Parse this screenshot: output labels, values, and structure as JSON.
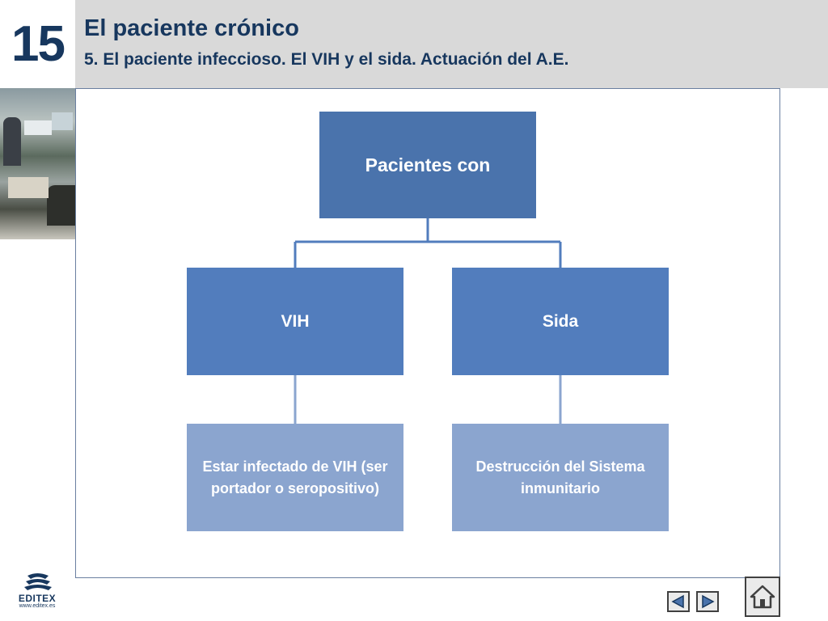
{
  "header": {
    "chapter_number": "15",
    "title": "El paciente crónico",
    "subtitle": "5. El paciente infeccioso. El VIH y el sida. Actuación del A.E."
  },
  "diagram": {
    "root": {
      "label": "Pacientes con"
    },
    "branches": [
      {
        "label": "VIH",
        "description": "Estar infectado de VIH (ser portador o seropositivo)"
      },
      {
        "label": "Sida",
        "description": "Destrucción del Sistema inmunitario"
      }
    ]
  },
  "footer": {
    "logo_name": "EDITEX",
    "logo_url": "www.editex.es"
  },
  "icons": {
    "prev": "triangle-left-icon",
    "next": "triangle-right-icon",
    "home": "home-icon"
  },
  "colors": {
    "title": "#17375e",
    "root_box": "#4a73ac",
    "level1_box": "#527dbd",
    "level2_box": "#8ba5cf",
    "connector": "#527dbd",
    "header_bg": "#d9d9d9"
  }
}
